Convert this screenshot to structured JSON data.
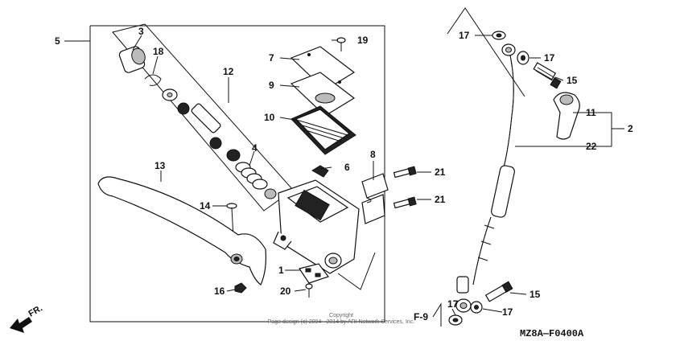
{
  "callouts": {
    "c1": "1",
    "c2": "2",
    "c3": "3",
    "c4": "4",
    "c5": "5",
    "c6": "6",
    "c7": "7",
    "c8": "8",
    "c9": "9",
    "c10": "10",
    "c11": "11",
    "c12": "12",
    "c13": "13",
    "c14": "14",
    "c15a": "15",
    "c15b": "15",
    "c16": "16",
    "c17a": "17",
    "c17b": "17",
    "c17c": "17",
    "c17d": "17",
    "c18": "18",
    "c19": "19",
    "c20": "20",
    "c21a": "21",
    "c21b": "21",
    "c22": "22"
  },
  "ref_label": "F-9",
  "direction_label": "FR.",
  "copyright_line1": "Copyright",
  "copyright_line2": "Page design (c) 2004 - 2014 by ARI Network Services, Inc.",
  "diagram_code": "MZ8A—F0400A",
  "icons": [
    "front-arrow-icon",
    "reference-arrow-icon"
  ]
}
